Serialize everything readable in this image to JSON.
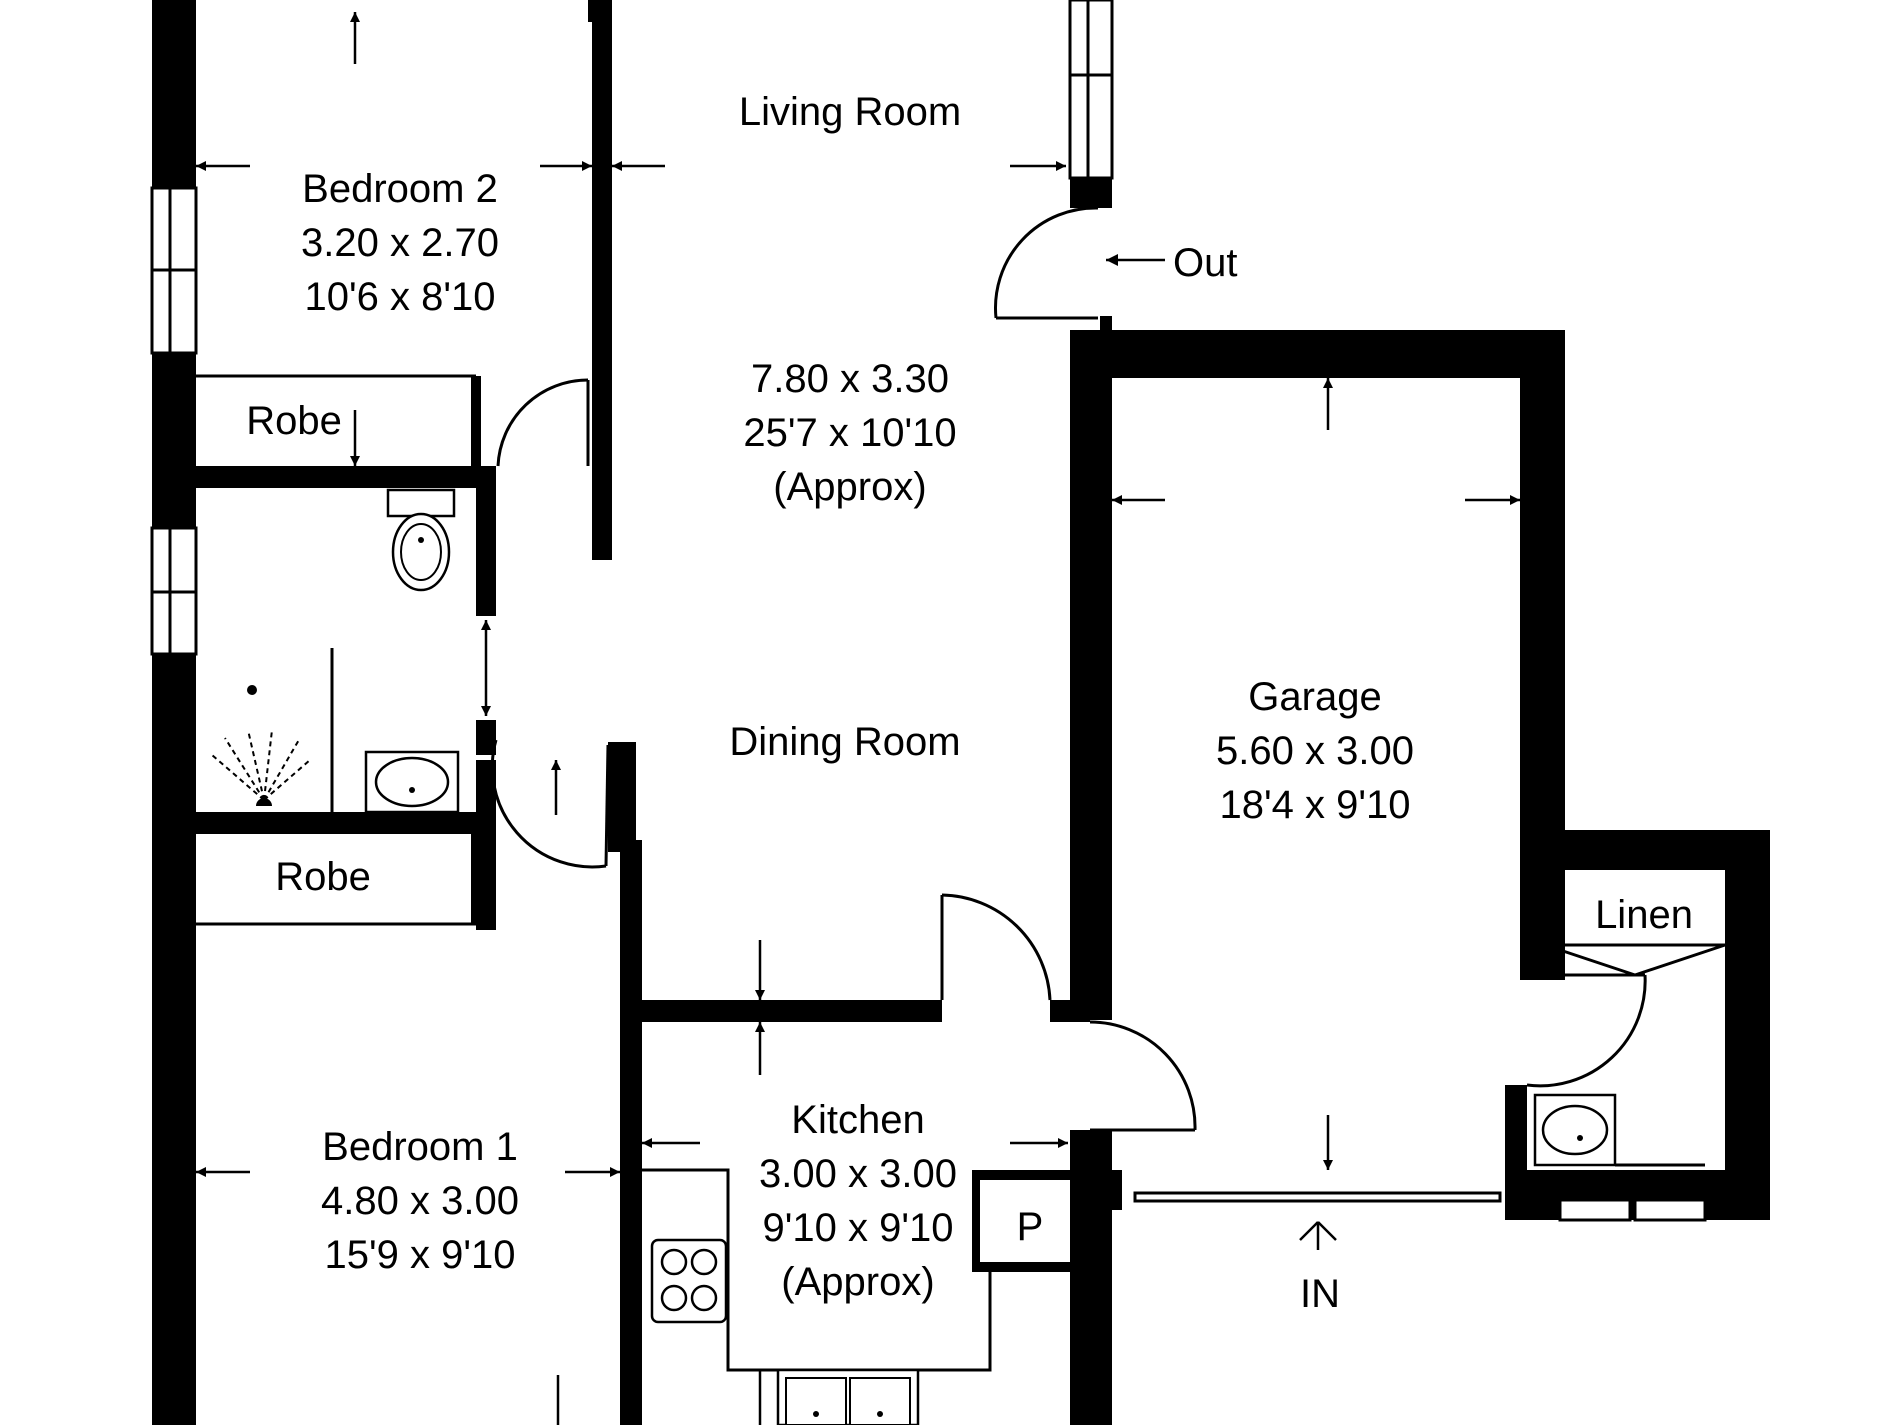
{
  "rooms": {
    "living": {
      "name": "Living Room"
    },
    "living_dining": {
      "metric": "7.80 x 3.30",
      "imperial": "25'7 x 10'10",
      "note": "(Approx)"
    },
    "dining": {
      "name": "Dining Room"
    },
    "bedroom2": {
      "name": "Bedroom 2",
      "metric": "3.20 x 2.70",
      "imperial": "10'6 x 8'10"
    },
    "robe_upper": {
      "name": "Robe"
    },
    "robe_lower": {
      "name": "Robe"
    },
    "bedroom1": {
      "name": "Bedroom 1",
      "metric": "4.80 x 3.00",
      "imperial": "15'9 x 9'10"
    },
    "kitchen": {
      "name": "Kitchen",
      "metric": "3.00 x 3.00",
      "imperial": "9'10 x 9'10",
      "note": "(Approx)"
    },
    "pantry": {
      "name": "P"
    },
    "garage": {
      "name": "Garage",
      "metric": "5.60 x 3.00",
      "imperial": "18'4 x 9'10"
    },
    "linen": {
      "name": "Linen"
    }
  },
  "markers": {
    "out": "Out",
    "in": "IN"
  }
}
